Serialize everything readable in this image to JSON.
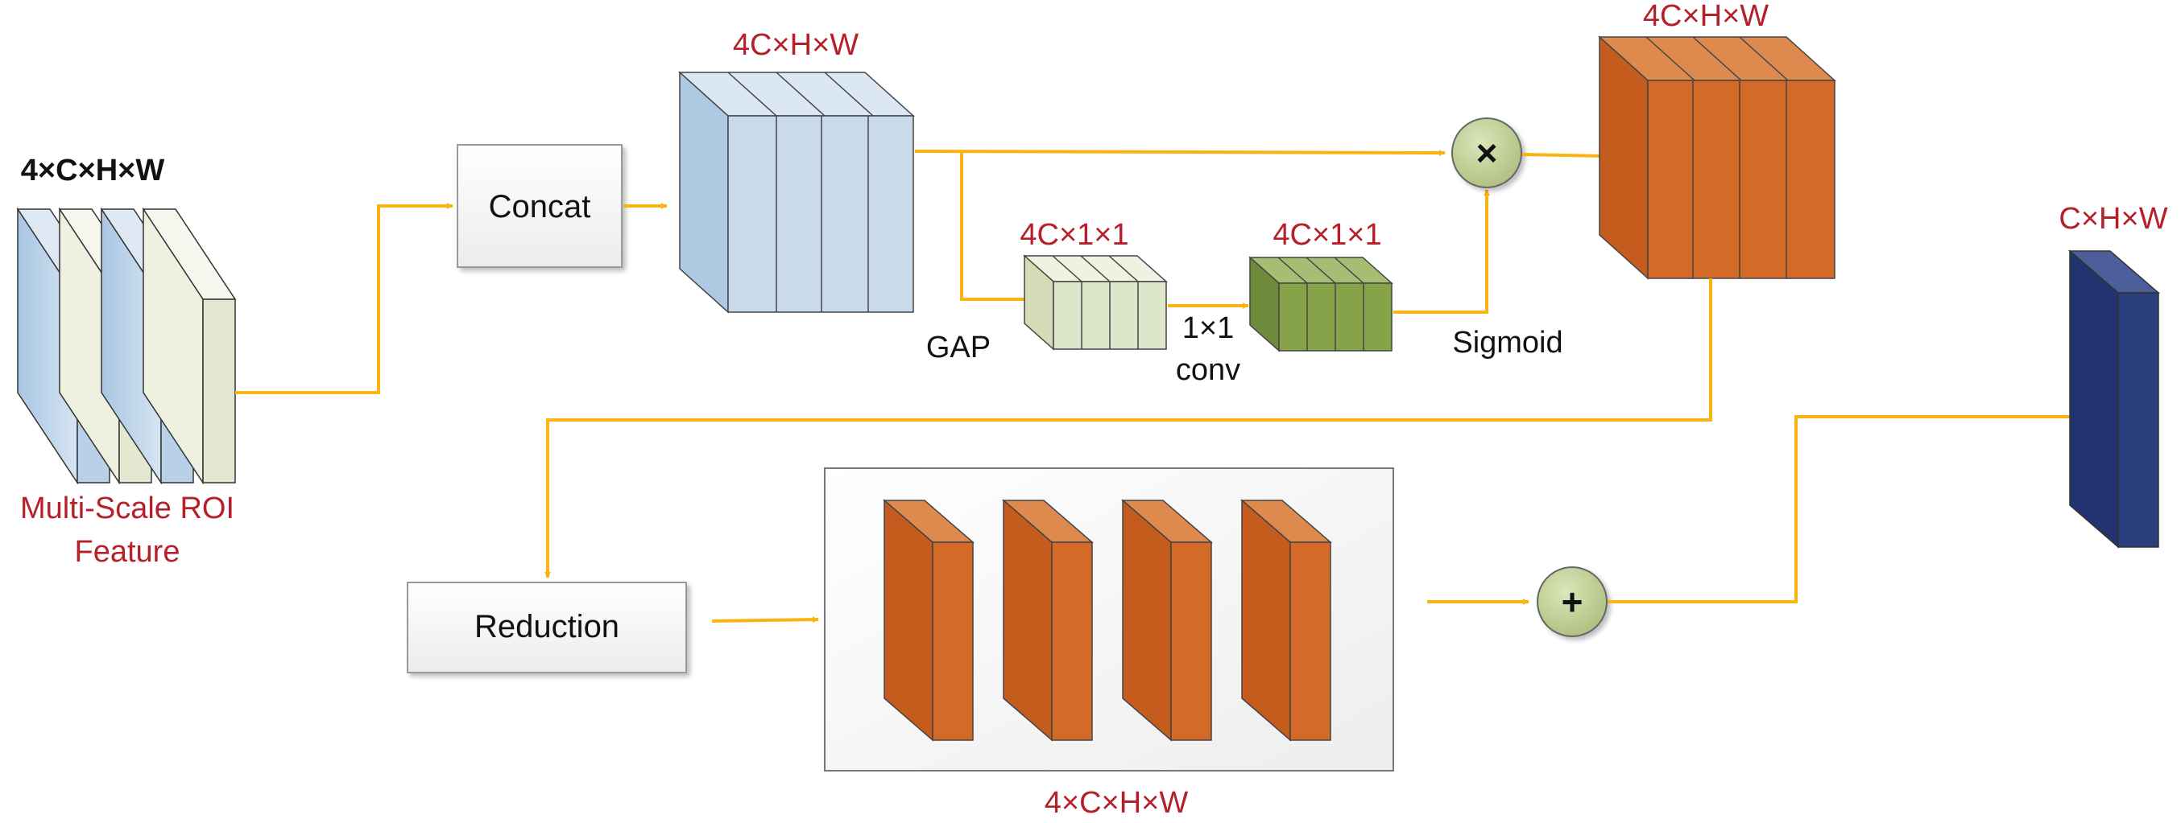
{
  "labels": {
    "input_shape": "4×C×H×W",
    "input_name_line1": "Multi-Scale ROI",
    "input_name_line2": "Feature",
    "concat_shape": "4C×H×W",
    "gap_shape": "4C×1×1",
    "conv_shape": "4C×1×1",
    "gap": "GAP",
    "conv_line1": "1×1",
    "conv_line2": "conv",
    "sigmoid": "Sigmoid",
    "weighted_shape": "4C×H×W",
    "reduction_shape": "4×C×H×W",
    "output_shape": "C×H×W"
  },
  "boxes": {
    "concat": "Concat",
    "reduction": "Reduction"
  },
  "operators": {
    "multiply": "×",
    "add": "+"
  },
  "colors": {
    "arrow": "#f9b313",
    "label_red": "#b5202a",
    "light_blue": "#c9dbeb",
    "cream": "#eef1df",
    "light_green": "#dde6c8",
    "olive": "#86a34a",
    "orange": "#d46a28",
    "navy": "#2b3e7e",
    "operator": "#c4d49c"
  }
}
